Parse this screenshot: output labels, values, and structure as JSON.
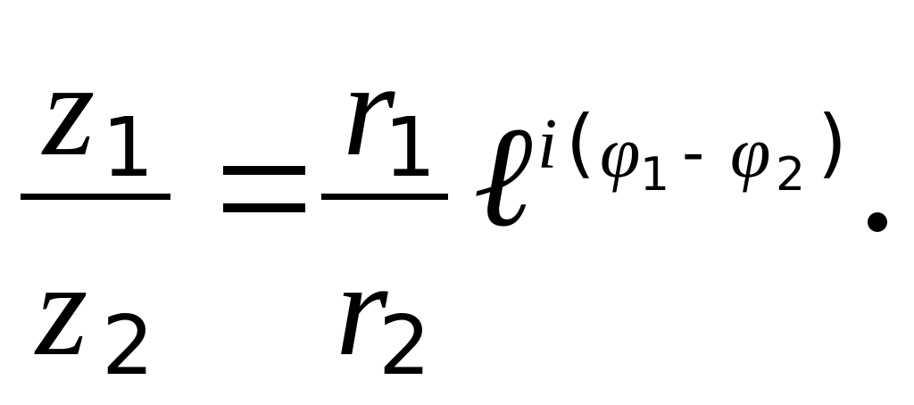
{
  "formula": {
    "left_numerator": "z",
    "left_numerator_sub": "1",
    "left_denominator": "z",
    "left_denominator_sub": "2",
    "equals": "=",
    "right_numerator": "r",
    "right_numerator_sub": "1",
    "right_denominator": "r",
    "right_denominator_sub": "2",
    "base": "ℓ",
    "exponent": {
      "imag": "i",
      "open_paren": "(",
      "phi1": "φ",
      "phi1_sub": "1",
      "minus": "-",
      "phi2": "φ",
      "phi2_sub": "2",
      "close_paren": ")"
    },
    "terminal_dot": "."
  }
}
